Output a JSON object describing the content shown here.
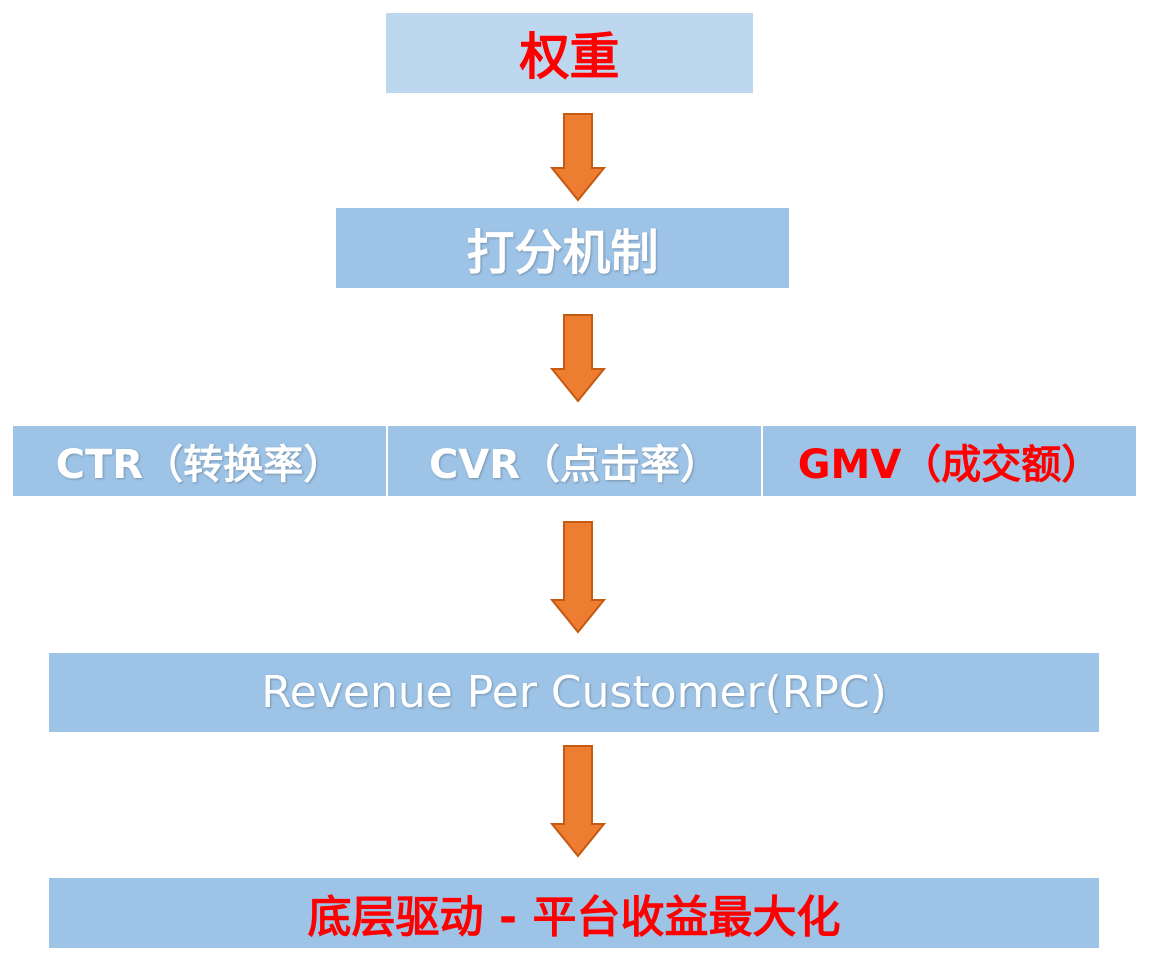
{
  "nodes": {
    "weight": "权重",
    "scoring": "打分机制",
    "ctr": "CTR（转换率）",
    "cvr": "CVR（点击率）",
    "gmv": "GMV（成交额）",
    "rpc": "Revenue Per Customer(RPC)",
    "bottom": "底层驱动 - 平台收益最大化"
  },
  "colors": {
    "box_light": "#bdd7ee",
    "box_mid": "#9dc3e6",
    "arrow_fill": "#ed7d31",
    "arrow_stroke": "#c55a11",
    "highlight_text": "#ff0000",
    "normal_text": "#ffffff"
  }
}
